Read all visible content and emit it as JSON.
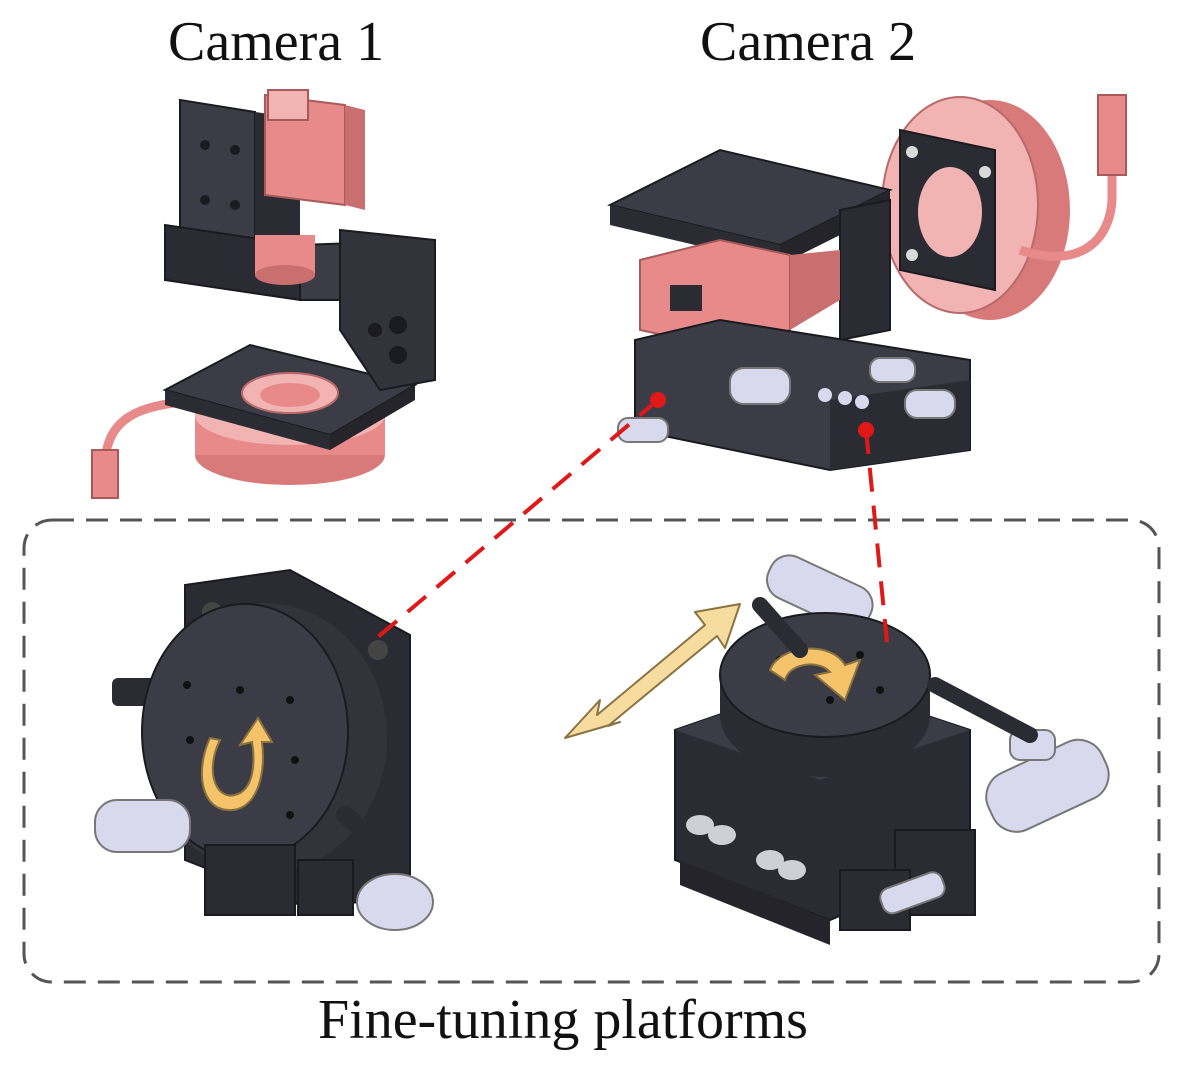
{
  "labels": {
    "camera1": "Camera 1",
    "camera2": "Camera 2",
    "platforms": "Fine-tuning platforms"
  },
  "colors": {
    "camera_pink": "#e98a8a",
    "camera_pink_light": "#f2b3b3",
    "bracket_dark": "#2b2b33",
    "bracket_mid": "#3c3c46",
    "micrometer_silver": "#d9d9ee",
    "connector_red": "#e01818",
    "arrow_fill": "#f7dca0",
    "arrow_stroke": "#8a7340",
    "rotation_arrow": "#f5c36a",
    "dashed_frame": "#555555"
  }
}
